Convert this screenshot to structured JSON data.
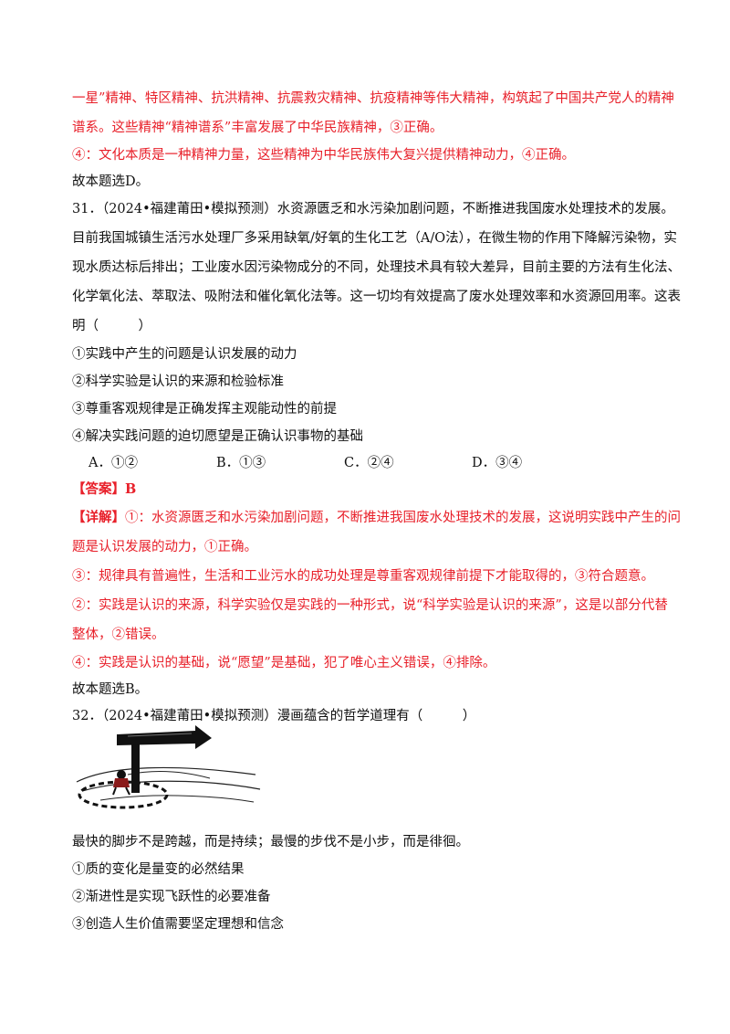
{
  "colors": {
    "answer_red": "#e8202a",
    "text": "#111111"
  },
  "prev": {
    "lines": [
      "一星”精神、特区精神、抗洪精神、抗震救灾精神、抗疫精神等伟大精神，构筑起了中国共产党人的精神",
      "谱系。这些精神“精神谱系”丰富发展了中华民族精神，③正确。",
      "④：文化本质是一种精神力量，这些精神为中华民族伟大复兴提供精神动力，④正确。"
    ],
    "conclusion": "故本题选D。"
  },
  "q31": {
    "number": "31．",
    "source": "（2024•福建莆田•模拟预测）",
    "stem_lines": [
      "水资源匮乏和水污染加剧问题，不断推进我国废水处理技术的发展。",
      "目前我国城镇生活污水处理厂多采用缺氧/好氧的生化工艺（A/O法），在微生物的作用下降解污染物，实",
      "现水质达标后排出；工业废水因污染物成分的不同，处理技术具有较大差异，目前主要的方法有生化法、",
      "化学氧化法、萃取法、吸附法和催化氧化法等。这一切均有效提高了废水处理效率和水资源回用率。这表",
      "明（　　　）"
    ],
    "statements": [
      "①实践中产生的问题是认识发展的动力",
      "②科学实验是认识的来源和检验标准",
      "③尊重客观规律是正确发挥主观能动性的前提",
      "④解决实践问题的迫切愿望是正确认识事物的基础"
    ],
    "options": [
      "A．①②",
      "B．①③",
      "C．②④",
      "D．③④"
    ],
    "answer_label": "【答案】",
    "answer_value": "B",
    "detail_label": "【详解】",
    "detail_lines": [
      "①：水资源匮乏和水污染加剧问题，不断推进我国废水处理技术的发展，这说明实践中产生的问",
      "题是认识发展的动力，①正确。",
      "③：规律具有普遍性，生活和工业污水的成功处理是尊重客观规律前提下才能取得的，③符合题意。",
      "②：实践是认识的来源，科学实验仅是实践的一种形式，说“科学实验是认识的来源”，这是以部分代替",
      "整体，②错误。",
      "④：实践是认识的基础，说“愿望”是基础，犯了唯心主义错误，④排除。"
    ],
    "conclusion": "故本题选B。"
  },
  "q32": {
    "number": "32．",
    "source": "（2024•福建莆田•模拟预测）",
    "stem": "漫画蕴含的哲学道理有（　　　）",
    "caption": "最快的脚步不是跨越，而是持续；最慢的步伐不是小步，而是徘徊。",
    "statements": [
      "①质的变化是量变的必然结果",
      "②渐进性是实现飞跃性的必要准备",
      "③创造人生价值需要坚定理想和信念"
    ]
  }
}
